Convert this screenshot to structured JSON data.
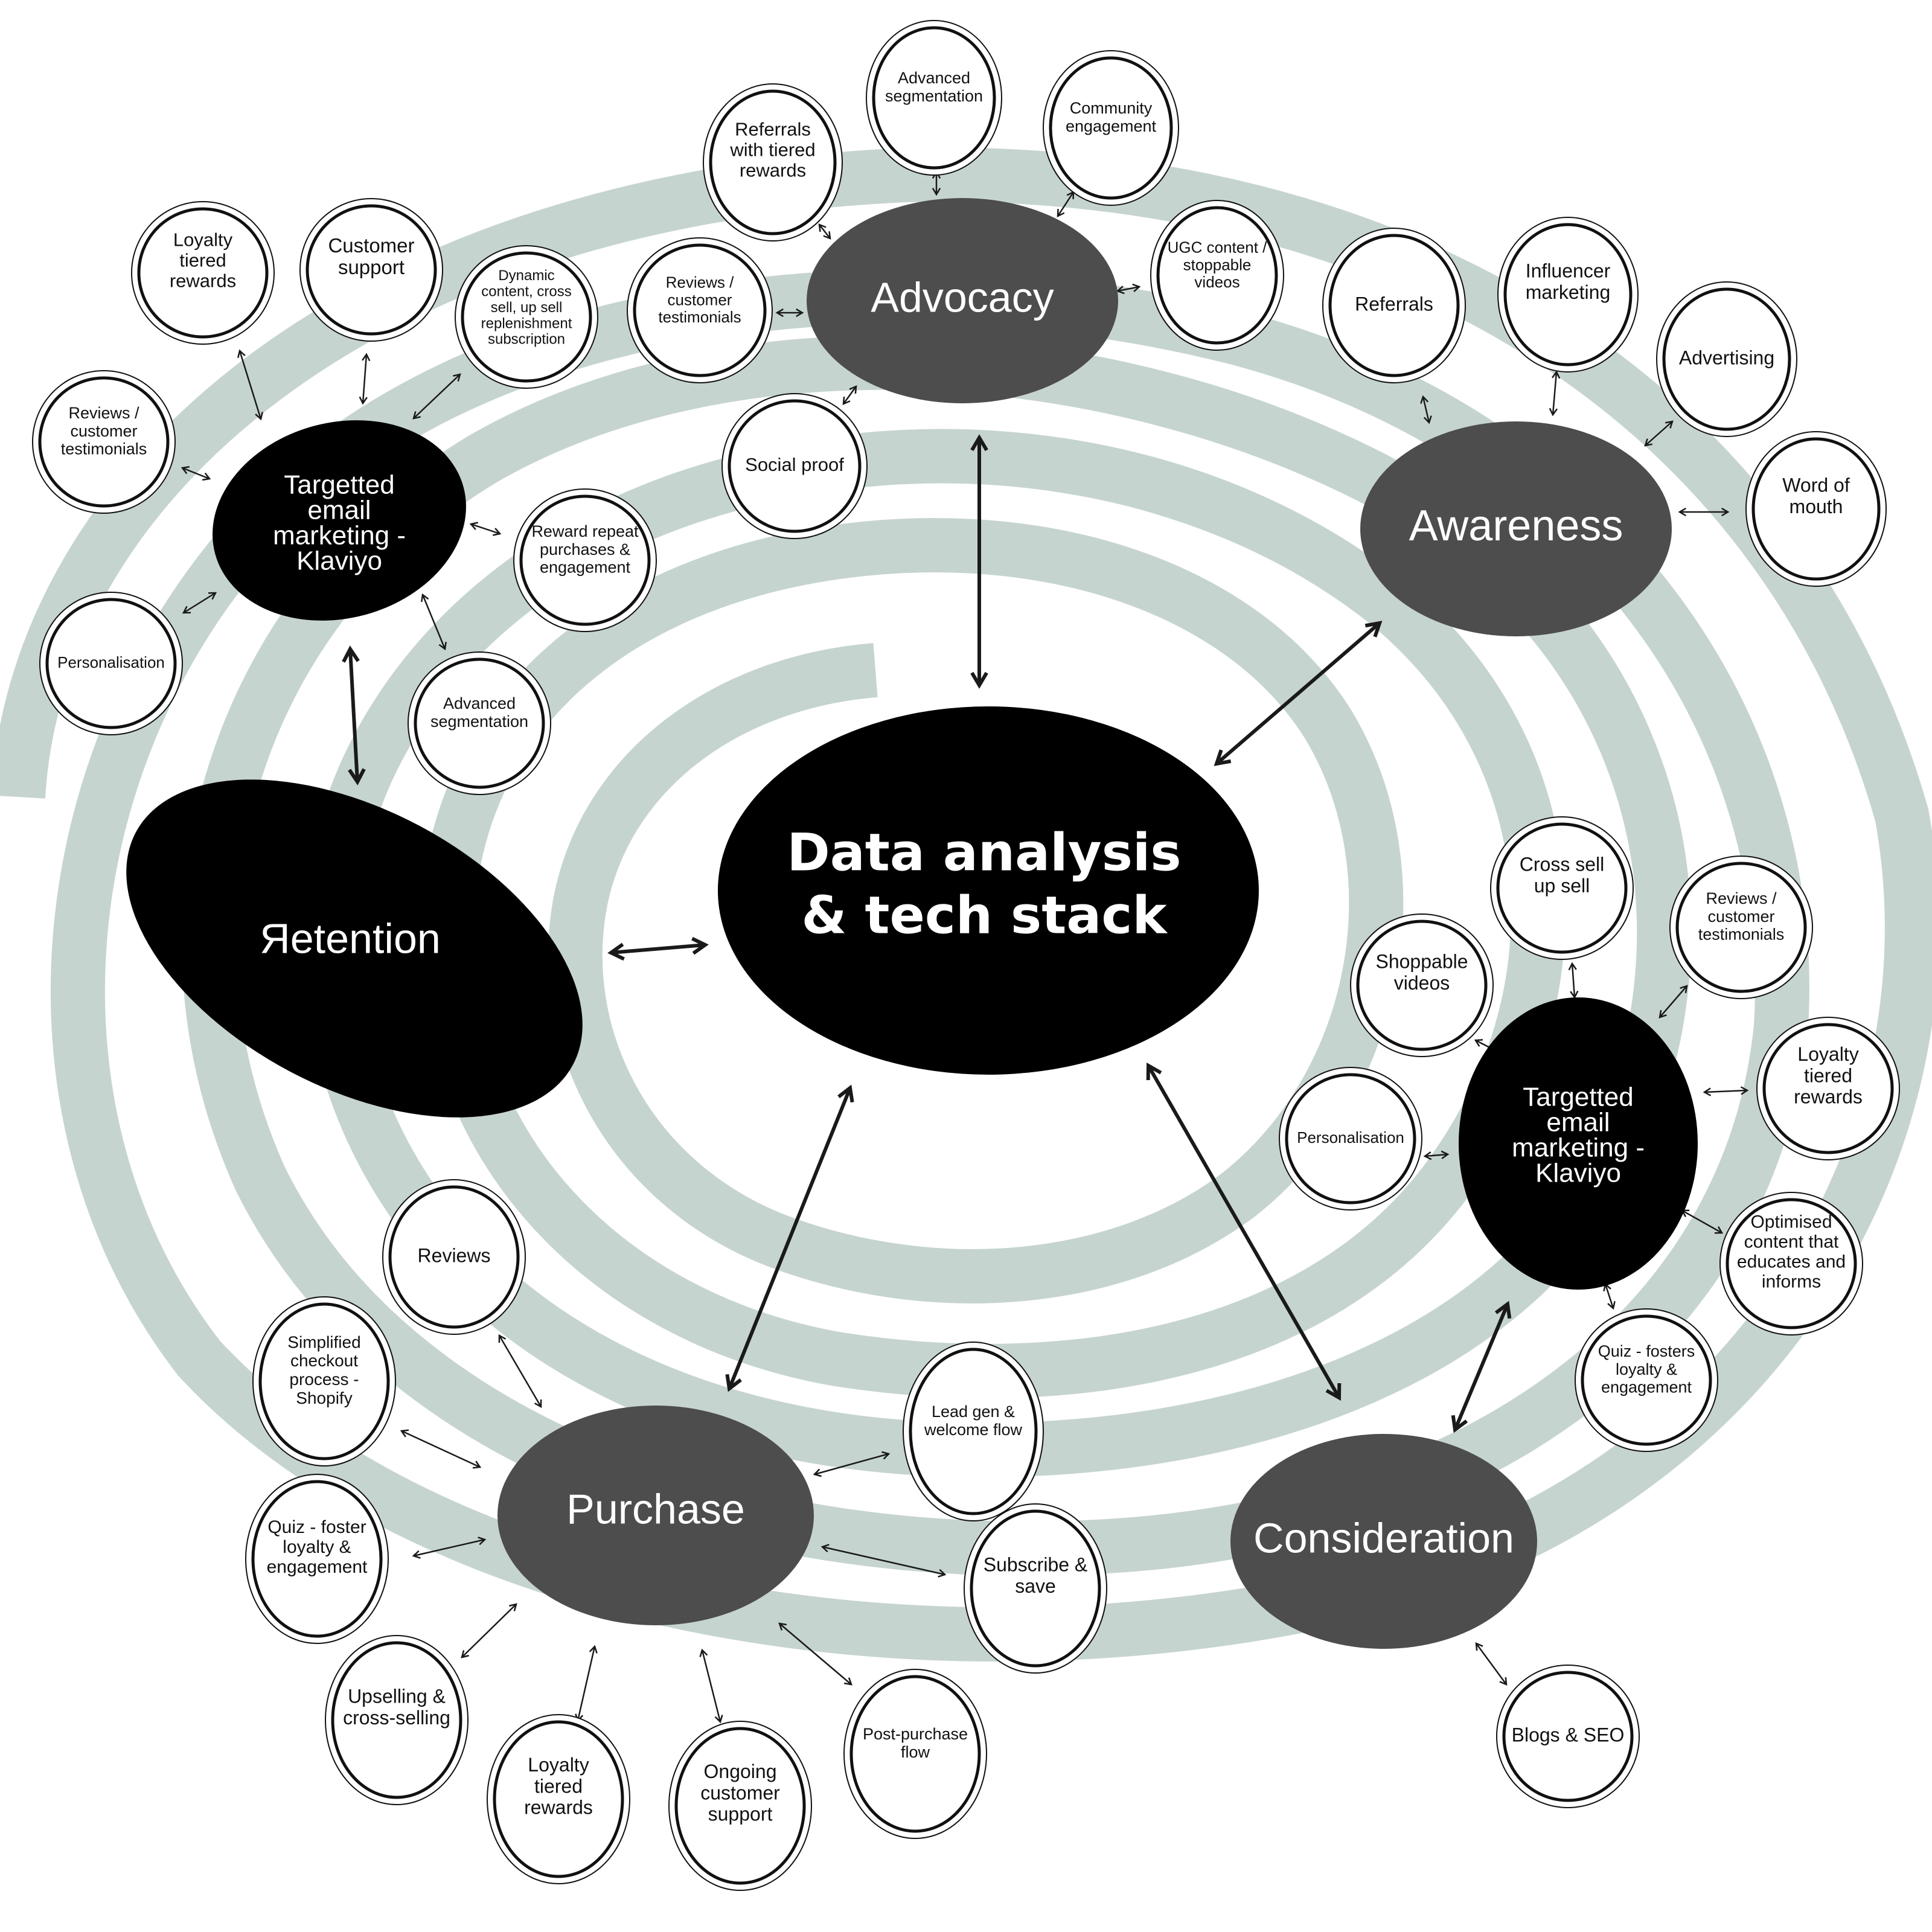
{
  "colors": {
    "background": "#ffffff",
    "spiral": "#c6d4cf",
    "stage_dark": "#4d4d4d",
    "stage_black": "#000000",
    "bubble_stroke": "#111111",
    "text_light": "#ffffff",
    "text_dark": "#111111"
  },
  "hub": {
    "label_line1": "Data analysis",
    "label_line2": "& tech stack"
  },
  "stages": {
    "advocacy": {
      "label": "Advocacy"
    },
    "awareness": {
      "label": "Awareness"
    },
    "retention": {
      "label": "Яetention"
    },
    "purchase": {
      "label": "Purchase"
    },
    "consideration": {
      "label": "Consideration"
    },
    "email_left": {
      "lines": [
        "Targetted",
        "email",
        "marketing -",
        "Klaviyo"
      ]
    },
    "email_right": {
      "lines": [
        "Targetted",
        "email",
        "marketing -",
        "Klaviyo"
      ]
    }
  },
  "bubbles": {
    "advocacy": [
      {
        "id": "adv-advanced-segmentation",
        "lines": [
          "Advanced",
          "segmentation"
        ]
      },
      {
        "id": "adv-referrals-tiered",
        "lines": [
          "Referrals",
          "with tiered",
          "rewards"
        ]
      },
      {
        "id": "adv-community-engagement",
        "lines": [
          "Community",
          "engagement"
        ]
      },
      {
        "id": "adv-ugc-content",
        "lines": [
          "UGC content /",
          "stoppable",
          "videos"
        ]
      },
      {
        "id": "adv-reviews-testimonials",
        "lines": [
          "Reviews /",
          "customer",
          "testimonials"
        ]
      },
      {
        "id": "adv-social-proof",
        "lines": [
          "Social proof"
        ]
      }
    ],
    "awareness": [
      {
        "id": "aw-referrals",
        "lines": [
          "Referrals"
        ]
      },
      {
        "id": "aw-influencer-marketing",
        "lines": [
          "Influencer",
          "marketing"
        ]
      },
      {
        "id": "aw-advertising",
        "lines": [
          "Advertising"
        ]
      },
      {
        "id": "aw-word-of-mouth",
        "lines": [
          "Word of",
          "mouth"
        ]
      }
    ],
    "email_left": [
      {
        "id": "el-loyalty-tiered",
        "lines": [
          "Loyalty",
          "tiered",
          "rewards"
        ]
      },
      {
        "id": "el-customer-support",
        "lines": [
          "Customer",
          "support"
        ]
      },
      {
        "id": "el-dynamic-content",
        "lines": [
          "Dynamic",
          "content, cross",
          "sell, up sell",
          "replenishment",
          "subscription"
        ]
      },
      {
        "id": "el-reviews-testimonials",
        "lines": [
          "Reviews /",
          "customer",
          "testimonials"
        ]
      },
      {
        "id": "el-reward-repeat",
        "lines": [
          "Reward repeat",
          "purchases &",
          "engagement"
        ]
      },
      {
        "id": "el-personalisation",
        "lines": [
          "Personalisation"
        ]
      },
      {
        "id": "el-advanced-segmentation",
        "lines": [
          "Advanced",
          "segmentation"
        ]
      }
    ],
    "email_right": [
      {
        "id": "er-cross-sell",
        "lines": [
          "Cross sell",
          "up sell"
        ]
      },
      {
        "id": "er-reviews-testimonials",
        "lines": [
          "Reviews /",
          "customer",
          "testimonials"
        ]
      },
      {
        "id": "er-shoppable-videos",
        "lines": [
          "Shoppable",
          "videos"
        ]
      },
      {
        "id": "er-loyalty-tiered",
        "lines": [
          "Loyalty",
          "tiered",
          "rewards"
        ]
      },
      {
        "id": "er-personalisation",
        "lines": [
          "Personalisation"
        ]
      },
      {
        "id": "er-optimised-content",
        "lines": [
          "Optimised",
          "content that",
          "educates and",
          "informs"
        ]
      },
      {
        "id": "er-quiz",
        "lines": [
          "Quiz - fosters",
          "loyalty &",
          "engagement"
        ]
      }
    ],
    "consideration": [
      {
        "id": "con-blogs-seo",
        "lines": [
          "Blogs & SEO"
        ]
      }
    ],
    "purchase": [
      {
        "id": "pur-reviews",
        "lines": [
          "Reviews"
        ]
      },
      {
        "id": "pur-simplified-checkout",
        "lines": [
          "Simplified",
          "checkout",
          "process -",
          "Shopify"
        ]
      },
      {
        "id": "pur-lead-gen",
        "lines": [
          "Lead gen &",
          "welcome flow"
        ]
      },
      {
        "id": "pur-quiz",
        "lines": [
          "Quiz - foster",
          "loyalty &",
          "engagement"
        ]
      },
      {
        "id": "pur-subscribe-save",
        "lines": [
          "Subscribe &",
          "save"
        ]
      },
      {
        "id": "pur-upselling",
        "lines": [
          "Upselling &",
          "cross-selling"
        ]
      },
      {
        "id": "pur-loyalty-tiered",
        "lines": [
          "Loyalty",
          "tiered",
          "rewards"
        ]
      },
      {
        "id": "pur-ongoing-support",
        "lines": [
          "Ongoing",
          "customer",
          "support"
        ]
      },
      {
        "id": "pur-post-purchase",
        "lines": [
          "Post-purchase",
          "flow"
        ]
      }
    ]
  }
}
